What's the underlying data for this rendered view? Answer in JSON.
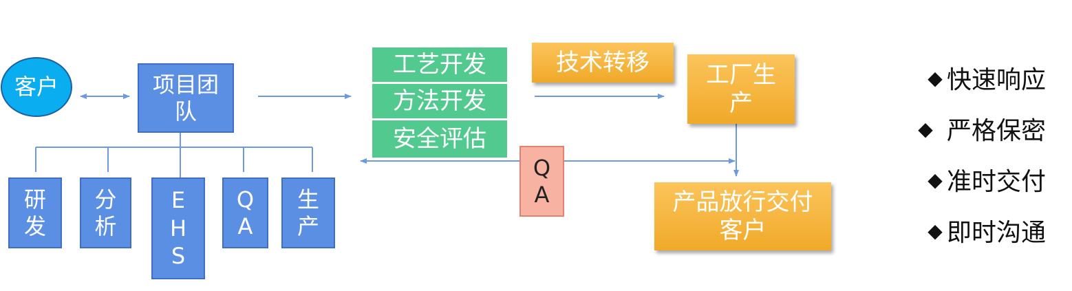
{
  "nodes": {
    "customer": "客户",
    "project_team": "项目团\n队",
    "rd": "研\n发",
    "analysis": "分\n析",
    "ehs": "E\nH\nS",
    "qa_small": "Q\nA",
    "production": "生\n产",
    "process_dev": "工艺开发",
    "method_dev": "方法开发",
    "safety_eval": "安全评估",
    "tech_transfer": "技术转移",
    "factory_production": "工厂生\n产",
    "qa_center": "Q\nA",
    "release_delivery": "产品放行交付\n客户"
  },
  "bullets": [
    {
      "icon": "diamond-icon",
      "label": "快速响应"
    },
    {
      "icon": "diamond-icon",
      "label": "严格保密"
    },
    {
      "icon": "diamond-icon",
      "label": "准时交付"
    },
    {
      "icon": "diamond-icon",
      "label": "即时沟通"
    }
  ],
  "colors": {
    "blue_box": "#5b8fe3",
    "green_box": "#52c98f",
    "orange_box": "#f5b332",
    "qa_box": "#f7b2a2",
    "customer_circle": "#09adf0",
    "connector": "#6a9ae0"
  }
}
